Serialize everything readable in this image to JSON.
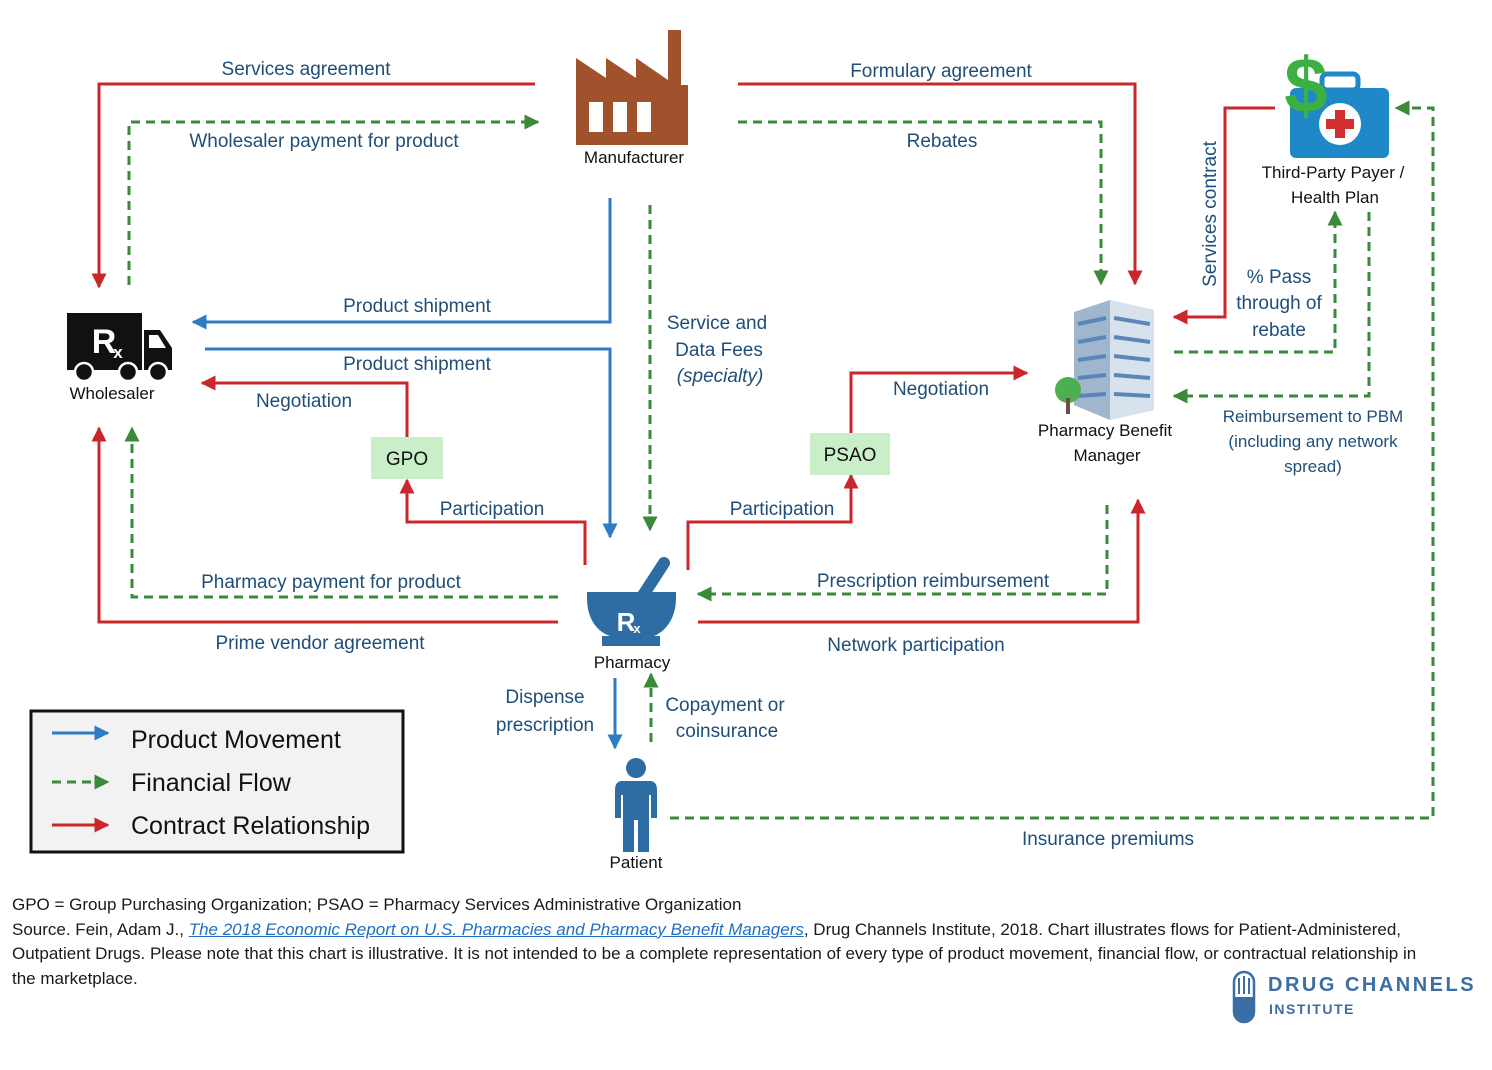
{
  "colors": {
    "product": "#2e7cc4",
    "financial": "#3a8a3a",
    "contract": "#c8282b",
    "label": "#1f4e79",
    "box_fill": "#c9efc9"
  },
  "nodes": {
    "manufacturer": "Manufacturer",
    "wholesaler": "Wholesaler",
    "pharmacy": "Pharmacy",
    "pbm": [
      "Pharmacy Benefit",
      "Manager"
    ],
    "payer": [
      "Third-Party Payer /",
      "Health Plan"
    ],
    "patient": "Patient",
    "gpo": "GPO",
    "psao": "PSAO"
  },
  "icons": {
    "manufacturer": "factory-icon",
    "wholesaler": "rx-truck-icon",
    "pharmacy": "mortar-pestle-rx-icon",
    "pbm": "office-building-icon",
    "payer": "medical-bag-dollar-icon",
    "patient": "person-icon"
  },
  "flows": {
    "services_agreement": "Services agreement",
    "wholesaler_payment": "Wholesaler payment for product",
    "formulary_agreement": "Formulary agreement",
    "rebates": "Rebates",
    "product_shipment_1": "Product shipment",
    "product_shipment_2": "Product shipment",
    "service_data_fees": [
      "Service and",
      "Data Fees",
      "(specialty)"
    ],
    "negotiation_gpo": "Negotiation",
    "participation_gpo": "Participation",
    "negotiation_psao": "Negotiation",
    "participation_psao": "Participation",
    "services_contract": "Services contract",
    "pass_through": [
      "% Pass",
      "through of",
      "rebate"
    ],
    "reimbursement_pbm": [
      "Reimbursement to PBM",
      "(including any network",
      "spread)"
    ],
    "pharmacy_payment": "Pharmacy payment for product",
    "prime_vendor": "Prime vendor agreement",
    "prescription_reimbursement": "Prescription reimbursement",
    "network_participation": "Network participation",
    "dispense": [
      "Dispense",
      "prescription"
    ],
    "copayment": [
      "Copayment or",
      "coinsurance"
    ],
    "insurance_premiums": "Insurance premiums"
  },
  "legend": {
    "product": "Product Movement",
    "financial": "Financial Flow",
    "contract": "Contract Relationship"
  },
  "footnote": {
    "line1": "GPO = Group Purchasing Organization; PSAO = Pharmacy Services Administrative Organization",
    "source_prefix": "Source. Fein, Adam J., ",
    "source_title": "The 2018 Economic Report on U.S. Pharmacies and Pharmacy Benefit Managers",
    "source_suffix": ", Drug Channels Institute, 2018. Chart illustrates flows for Patient-Administered, Outpatient Drugs. Please note that this chart is illustrative. It is not intended to be a complete representation of every type of product movement, financial flow, or contractual relationship in the marketplace."
  },
  "logo": {
    "line1": "DRUG CHANNELS",
    "line2": "INSTITUTE"
  }
}
